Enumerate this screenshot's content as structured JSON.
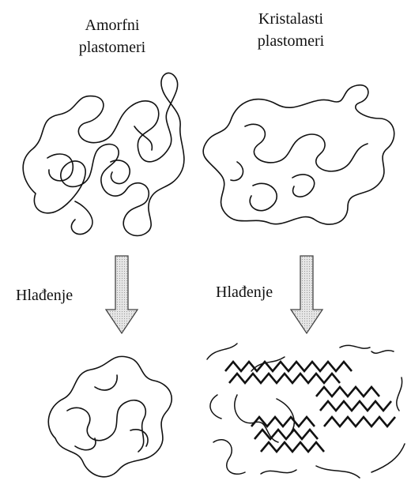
{
  "columns": {
    "amorphous": {
      "title_line1": "Amorfni",
      "title_line2": "plastomeri",
      "cooling_label": "Hlađenje"
    },
    "crystalline": {
      "title_line1": "Kristalasti",
      "title_line2": "plastomeri",
      "cooling_label": "Hlađenje"
    }
  },
  "colors": {
    "ink": "#111111",
    "arrow_fill": "#d9d9d9",
    "arrow_stroke": "#444444"
  }
}
